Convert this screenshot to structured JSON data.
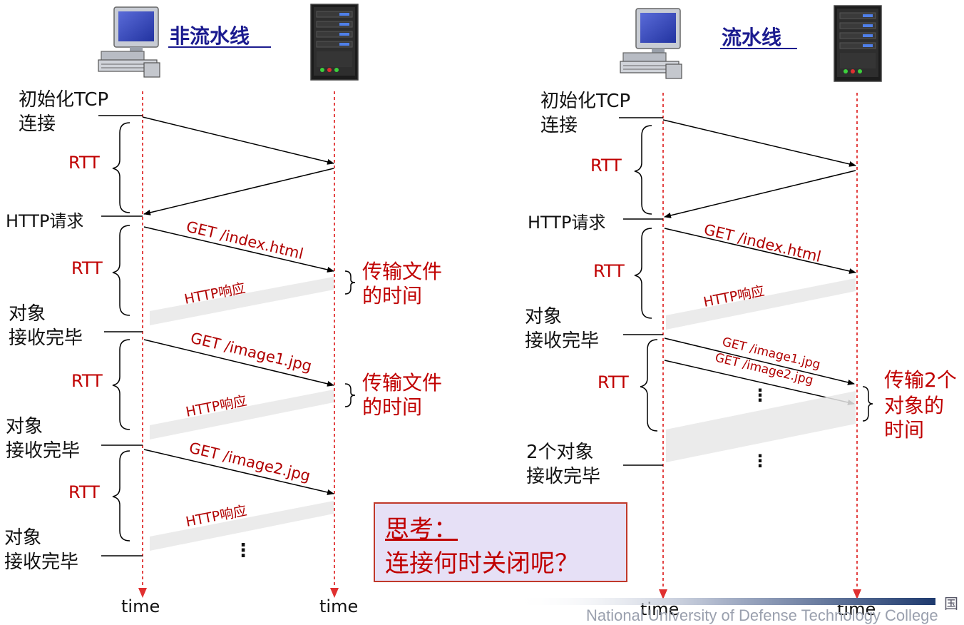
{
  "left": {
    "title": "非流水线",
    "labels": {
      "init_line1": "初始化TCP",
      "init_line2": "连接",
      "http_request": "HTTP请求",
      "obj1_line1": "对象",
      "obj1_line2": "接收完毕",
      "obj2_line1": "对象",
      "obj2_line2": "接收完毕",
      "obj3_line1": "对象",
      "obj3_line2": "接收完毕"
    },
    "rtt": [
      "RTT",
      "RTT",
      "RTT",
      "RTT"
    ],
    "requests": [
      "GET /index.html",
      "GET /image1.jpg",
      "GET /image2.jpg"
    ],
    "responses": [
      "HTTP响应",
      "HTTP响应",
      "HTTP响应"
    ],
    "transfer_line1": "传输文件",
    "transfer_line2": "的时间",
    "ellipsis": "⋮",
    "time_client": "time",
    "time_server": "time"
  },
  "right": {
    "title": "流水线",
    "labels": {
      "init_line1": "初始化TCP",
      "init_line2": "连接",
      "http_request": "HTTP请求",
      "obj1_line1": "对象",
      "obj1_line2": "接收完毕",
      "obj2_line1": "2个对象",
      "obj2_line2": "接收完毕"
    },
    "rtt": [
      "RTT",
      "RTT",
      "RTT"
    ],
    "requests": [
      "GET /index.html",
      "GET /image1.jpg",
      "GET /image2.jpg"
    ],
    "responses": [
      "HTTP响应"
    ],
    "transfer_line1": "传输2个",
    "transfer_line2": "对象的",
    "transfer_line3": "时间",
    "ellipsis": "⋮",
    "time_client": "time",
    "time_server": "time"
  },
  "think": {
    "title": "思考：",
    "question": "连接何时关闭呢？"
  },
  "colors": {
    "label_red": "#c00000",
    "title_blue": "#1b1b8f",
    "timeline_red": "#e03030",
    "box_fill": "#e6e0f6"
  },
  "footer": {
    "text": "National University of Defense Technology College",
    "glyph": "国"
  }
}
